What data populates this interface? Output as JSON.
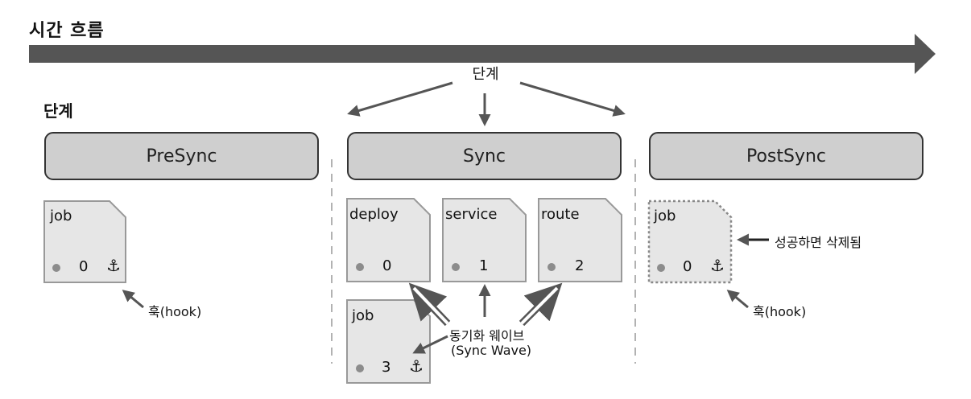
{
  "title": "시간 흐름",
  "stage_label": "단계",
  "stage_top_label": "단계",
  "phases": {
    "presync": "PreSync",
    "sync": "Sync",
    "postsync": "PostSync"
  },
  "resources": {
    "presync_job": {
      "name": "job",
      "wave": "0",
      "anchor": "⚓"
    },
    "sync_deploy": {
      "name": "deploy",
      "wave": "0"
    },
    "sync_service": {
      "name": "service",
      "wave": "1"
    },
    "sync_route": {
      "name": "route",
      "wave": "2"
    },
    "sync_job": {
      "name": "job",
      "wave": "3",
      "anchor": "⚓"
    },
    "postsync_job": {
      "name": "job",
      "wave": "0",
      "anchor": "⚓"
    }
  },
  "annotations": {
    "hook_left": "훅(hook)",
    "hook_right": "훅(hook)",
    "sync_wave_line1": "동기화 웨이브",
    "sync_wave_line2": "(Sync Wave)",
    "deleted_on_success": "성공하면 삭제됨"
  },
  "colors": {
    "arrow": "#555555",
    "phase_fill": "#cfcfcf",
    "resource_fill": "#e6e6e6",
    "dot": "#8c8c8c"
  }
}
